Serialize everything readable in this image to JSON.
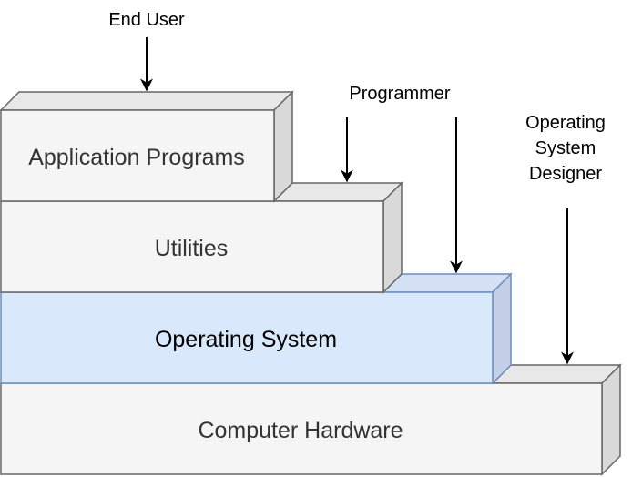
{
  "colors": {
    "box_fill": "#f5f5f5",
    "box_top": "#e8e8e8",
    "box_side": "#d9d9d9",
    "box_stroke": "#666666",
    "os_fill": "#dae8fc",
    "os_top": "#d4e1f5",
    "os_side": "#c3d0e8",
    "os_stroke": "#6c8ebf",
    "arrow": "#000000"
  },
  "layers": {
    "application_programs": "Application Programs",
    "utilities": "Utilities",
    "operating_system": "Operating System",
    "computer_hardware": "Computer Hardware"
  },
  "roles": {
    "end_user": "End User",
    "programmer": "Programmer",
    "os_designer_line1": "Operating",
    "os_designer_line2": "System",
    "os_designer_line3": "Designer"
  }
}
